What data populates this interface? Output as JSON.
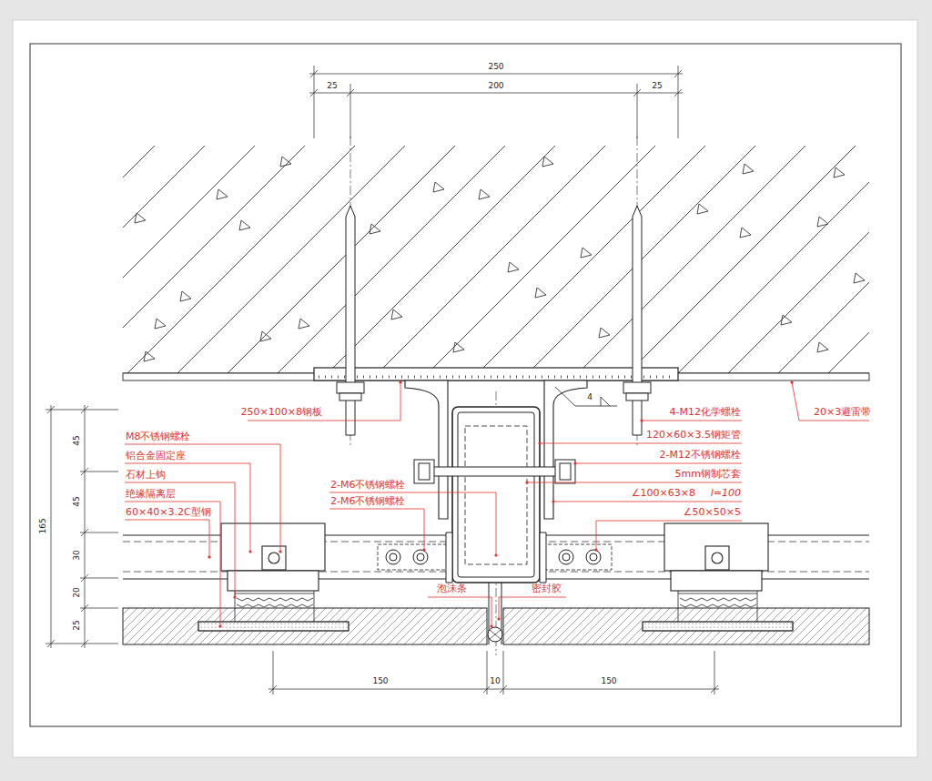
{
  "diagram": {
    "labels": [
      "250",
      "25",
      "200",
      "25",
      "45",
      "45",
      "30",
      "20",
      "25",
      "165",
      "M8不锈钢螺栓",
      "铝合金固定座",
      "石材上钩",
      "绝缘隔离层",
      "60×40×3.2C型钢",
      "250×100×8钢板",
      "2-M6不锈钢螺栓",
      "2-M6不锈钢螺栓",
      "4-M12化学螺栓",
      "120×60×3.5钢矩管",
      "2-M12不锈钢螺栓",
      "5mm钢制芯套",
      "∠100×63×8",
      "l=100",
      "∠50×50×5",
      "20×3避雷带",
      "4",
      "泡沫条",
      "密封胶",
      "150",
      "10",
      "150"
    ]
  }
}
